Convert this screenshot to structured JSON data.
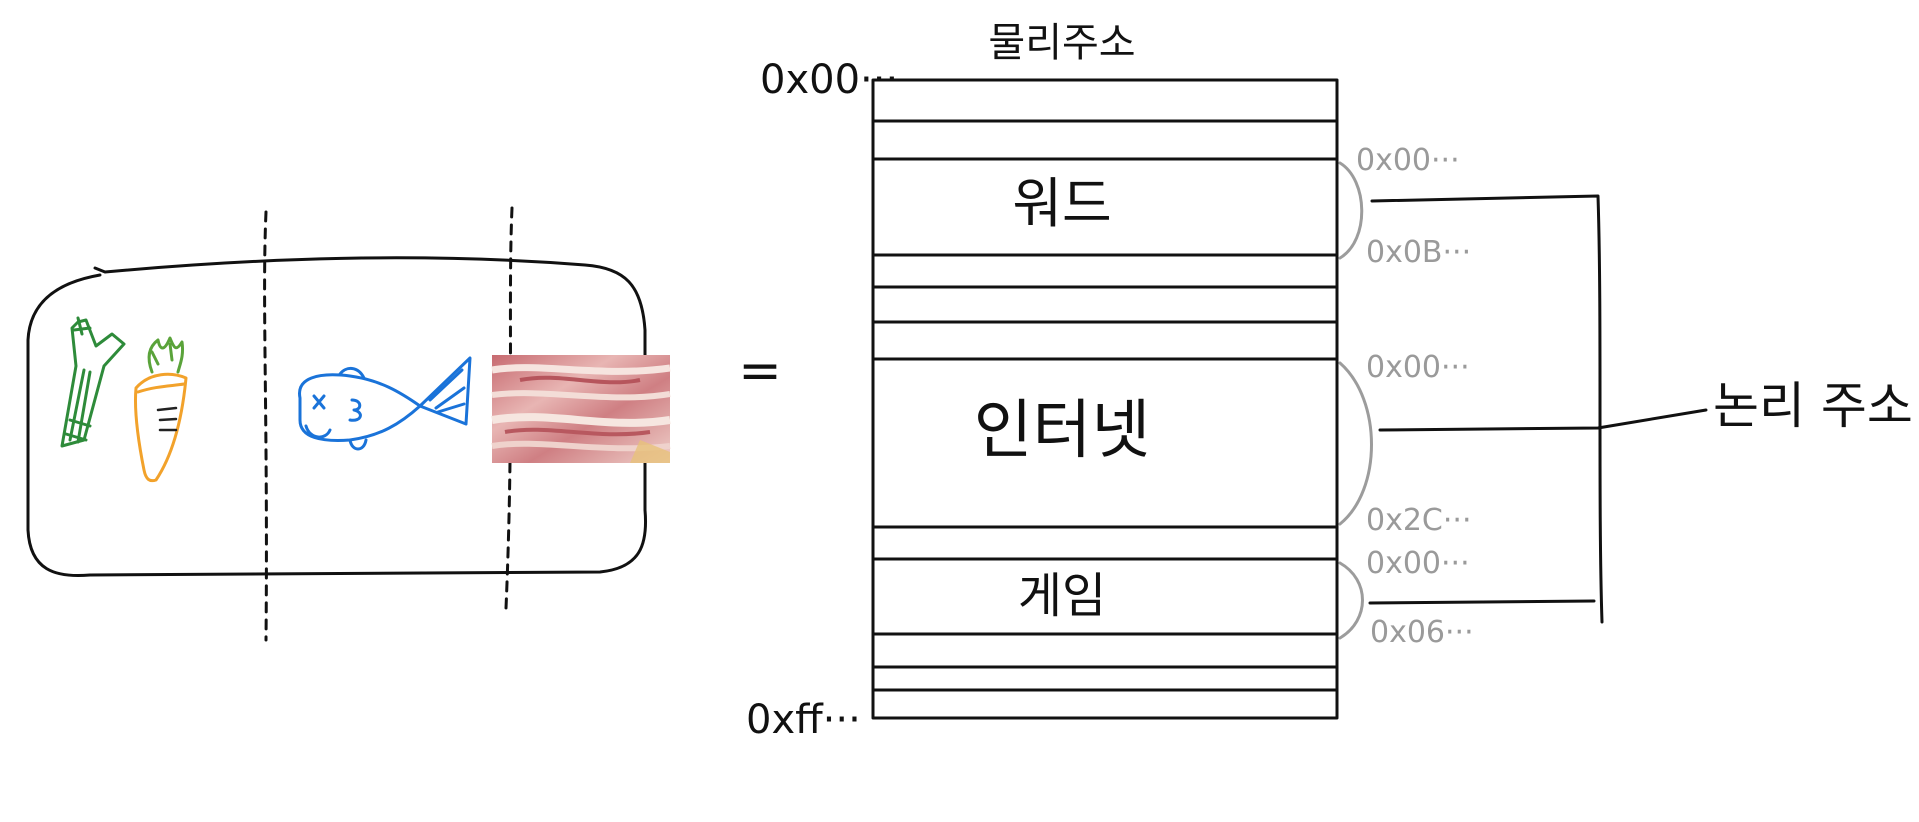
{
  "diagram": {
    "physical_address_label": "물리주소",
    "logical_address_label": "논리 주소",
    "equals_sign": "=",
    "memory": {
      "start_address": "0x00···",
      "end_address": "0xff···"
    },
    "segments": [
      {
        "label": "워드",
        "start": "0x00···",
        "end": "0x0B···"
      },
      {
        "label": "인터넷",
        "start": "0x00···",
        "end": "0x2C···"
      },
      {
        "label": "게임",
        "start": "0x00···",
        "end": "0x06···"
      }
    ],
    "colors": {
      "ink": "#111111",
      "gray_labels": "#9a9a9a",
      "vegetable_green": "#2e8b3a",
      "carrot_orange": "#f2a22b",
      "fish_blue": "#1a73d9",
      "meat_pink": "#d98b8e"
    },
    "illustrations": [
      "leek-icon",
      "carrot-icon",
      "fish-icon",
      "pork-belly-image"
    ]
  }
}
